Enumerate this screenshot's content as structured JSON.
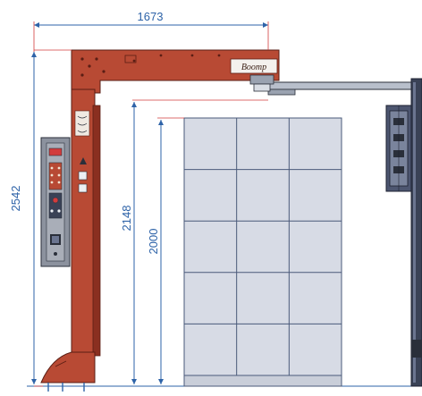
{
  "dimensions": {
    "width_top": "1673",
    "height_overall": "2542",
    "height_arm": "2148",
    "height_load": "2000"
  },
  "machine": {
    "brand_label": "Boomp"
  },
  "colors": {
    "frame_red": "#b84a34",
    "frame_dark": "#8a2f20",
    "dimension_line": "#2e63a8",
    "dimension_leader": "#d23c3c",
    "pallet_fill": "#d7dbe5",
    "pallet_grid": "#4a5a7a",
    "arm_gray": "#b8bfcb",
    "outline": "#2a2f3a"
  },
  "load_grid": {
    "columns": 3,
    "rows": 5
  }
}
